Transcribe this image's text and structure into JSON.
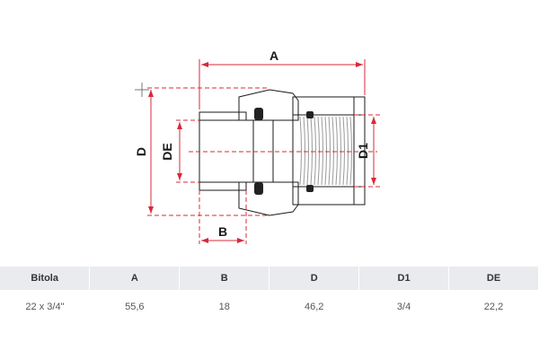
{
  "drawing": {
    "labels": {
      "a": "A",
      "b": "B",
      "d": "D",
      "de": "DE",
      "d1": "D1"
    },
    "colors": {
      "body_blue": "#1e8de8",
      "body_dark": "#1560b8",
      "dim_red": "#d8283a",
      "outline": "#1a1a1a"
    }
  },
  "table": {
    "headers": [
      "Bitola",
      "A",
      "B",
      "D",
      "D1",
      "DE"
    ],
    "rows": [
      [
        "22 x 3/4\"",
        "55,6",
        "18",
        "46,2",
        "3/4",
        "22,2"
      ]
    ]
  }
}
